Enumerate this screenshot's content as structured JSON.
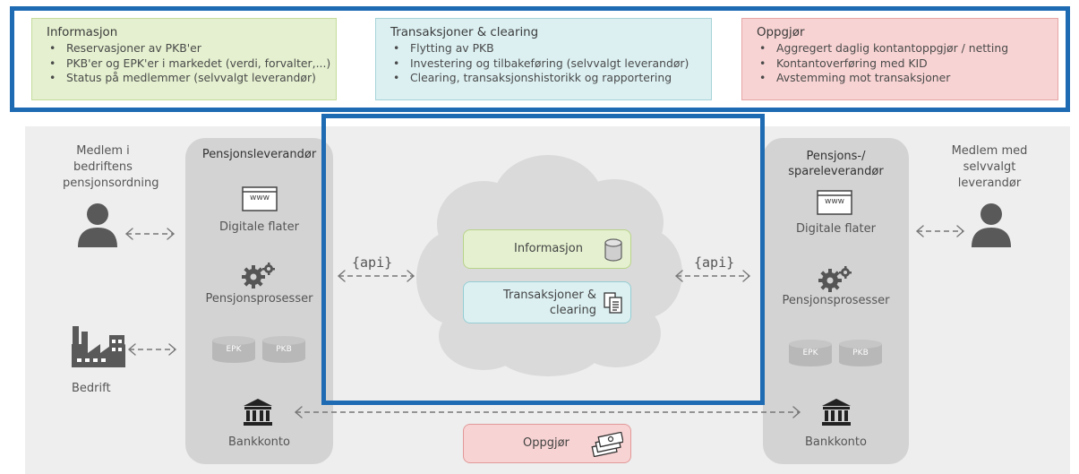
{
  "top_boxes": {
    "informasjon": {
      "title": "Informasjon",
      "items": [
        "Reservasjoner av PKB'er",
        "PKB'er og EPK'er i markedet (verdi, forvalter,...)",
        "Status på medlemmer (selvvalgt leverandør)"
      ]
    },
    "transaksjoner": {
      "title": "Transaksjoner & clearing",
      "items": [
        "Flytting av PKB",
        "Investering og tilbakeføring (selvvalgt leverandør)",
        "Clearing, transaksjonshistorikk og rapportering"
      ]
    },
    "oppgjor": {
      "title": "Oppgjør",
      "items": [
        "Aggregert daglig kontantoppgjør / netting",
        "Kontantoverføring med KID",
        "Avstemming mot transaksjoner"
      ]
    }
  },
  "left": {
    "member_label": [
      "Medlem i",
      "bedriftens",
      "pensjonsordning"
    ],
    "company_label": "Bedrift",
    "provider_title": "Pensjonsleverandør",
    "www": "www",
    "digital": "Digitale flater",
    "processes": "Pensjonsprosesser",
    "db1": "EPK",
    "db2": "PKB",
    "bank": "Bankkonto"
  },
  "right": {
    "member_label": [
      "Medlem med",
      "selvvalgt",
      "leverandør"
    ],
    "provider_title": [
      "Pensjons-/",
      "spareleverandør"
    ],
    "www": "www",
    "digital": "Digitale flater",
    "processes": "Pensjonsprosesser",
    "db1": "EPK",
    "db2": "PKB",
    "bank": "Bankkonto"
  },
  "center": {
    "api_left": "{api}",
    "api_right": "{api}",
    "info_label": "Informasjon",
    "trans_label": [
      "Transaksjoner &",
      "clearing"
    ],
    "settlement_label": "Oppgjør"
  },
  "colors": {
    "frame_blue": "#1f6bb3",
    "green_fill": "#e4f0cf",
    "teal_fill": "#dcf0f2",
    "red_fill": "#f8d3d3",
    "panel_grey": "#d3d3d3"
  }
}
